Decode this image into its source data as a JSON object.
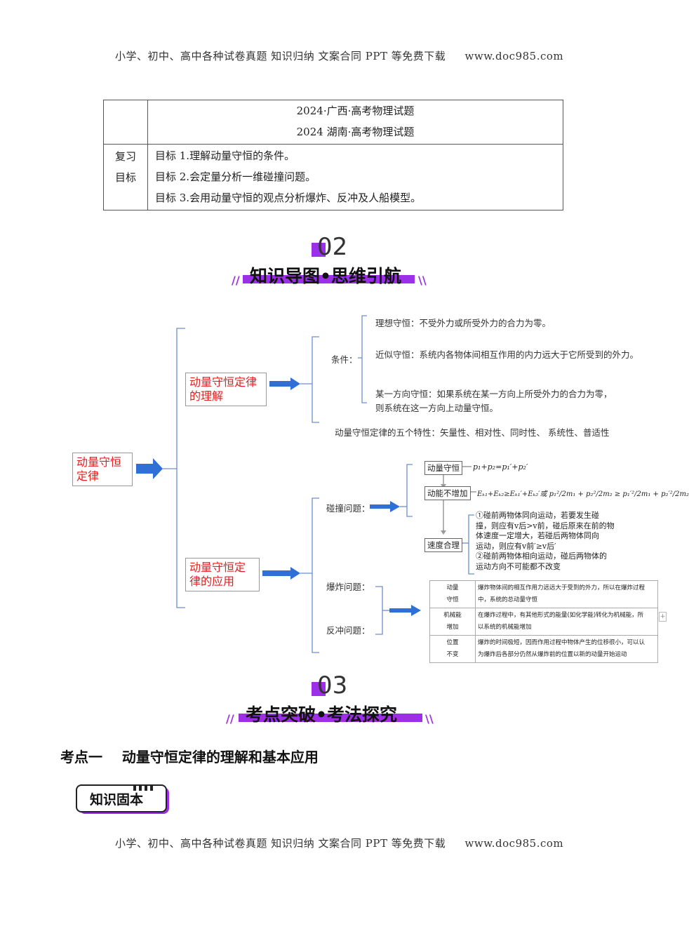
{
  "header_text": "小学、初中、高中各种试卷真题  知识归纳  文案合同  PPT 等免费下载",
  "header_site": "www.doc985.com",
  "info_table": {
    "source_1": "2024·广西·高考物理试题",
    "source_2": "2024 湖南·高考物理试题",
    "label_1": "复习",
    "label_2": "目标",
    "goal_1": "目标 1.理解动量守恒的条件。",
    "goal_2": "目标 2.会定量分析一维碰撞问题。",
    "goal_3": "目标 3.会用动量守恒的观点分析爆炸、反冲及人船模型。"
  },
  "section2": {
    "number": "02",
    "title": "知识导图•思维引航"
  },
  "mindmap": {
    "root": "动量守恒定律",
    "branch1": "动量守恒定律的理解",
    "branch2": "动量守恒定律的应用",
    "condition_label": "条件：",
    "cond_ideal": "理想守恒：不受外力或所受外力的合力为零。",
    "cond_approx": "近似守恒：系统内各物体间相互作用的内力远大于它所受到的外力。",
    "cond_dir_1": "某一方向守恒：如果系统在某一方向上所受外力的合力为零，",
    "cond_dir_2": "则系统在这一方向上动量守恒。",
    "five_props": "动量守恒定律的五个特性：矢量性、相对性、同时性、 系统性、普适性",
    "collision_label": "碰撞问题：",
    "explosion_label": "爆炸问题：",
    "recoil_label": "反冲问题：",
    "box_momentum": "动量守恒",
    "box_energy": "动能不增加",
    "box_speed": "速度合理",
    "formula_momentum": "p₁+p₂=p₁′+p₂′",
    "formula_energy": "Eₖ₁+Eₖ₂≥Eₖ₁′+Eₖ₂′或 p₁²/2m₁ + p₂²/2m₂ ≥ p₁′²/2m₁ + p₂′²/2m₂",
    "speed_1": "①碰前两物体同向运动，若要发生碰",
    "speed_2": "撞，则应有v后>v前，碰后原来在前的物",
    "speed_3": "体速度一定增大，若碰后两物体同向",
    "speed_4": "运动，则应有v前′≥v后′",
    "speed_5": "②碰前两物体相向运动，碰后两物体的",
    "speed_6": "运动方向不可能都不改变",
    "explosion_table": [
      {
        "h1": "动量",
        "h2": "守恒",
        "t1": "爆炸物体间的相互作用力远远大于受到的外力，所以在爆炸过程",
        "t2": "中，系统的总动量守恒"
      },
      {
        "h1": "机械能",
        "h2": "增加",
        "t1": "在爆炸过程中，有其他形式的能量(如化学能)转化为机械能，所",
        "t2": "以系统的机械能增加"
      },
      {
        "h1": "位置",
        "h2": "不变",
        "t1": "爆炸的时间极短，因而作用过程中物体产生的位移很小，可以认",
        "t2": "为爆炸后各部分仍然从爆炸前的位置以新的动量开始运动"
      }
    ]
  },
  "section3": {
    "number": "03",
    "title": "考点突破•考法探究"
  },
  "kaodian": "考点一    动量守恒定律的理解和基本应用",
  "badge": "知识固本",
  "colors": {
    "accent_purple": "#9b30e8",
    "red_text": "#e02020",
    "arrow_blue": "#2f6fd6",
    "bracket_blue": "#6d8fc9"
  }
}
